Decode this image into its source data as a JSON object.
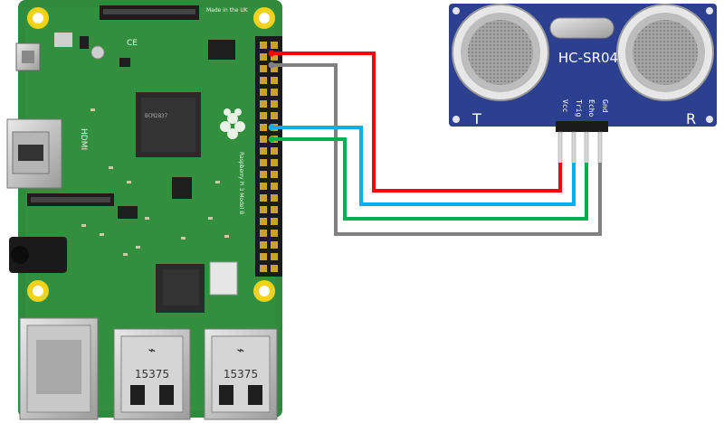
{
  "pi": {
    "copyright": "Made in the UK",
    "hdmi_label": "HDMI",
    "chip_code": "15375",
    "board_name": "Raspberry Pi 3 Model B",
    "logo": "raspberry-logo-icon"
  },
  "sensor": {
    "model": "HC-SR04",
    "left_label": "T",
    "right_label": "R",
    "pins": [
      "Vcc",
      "Trig",
      "Echo",
      "Gnd"
    ]
  },
  "wires": [
    {
      "name": "vcc-wire",
      "color": "#ff0000"
    },
    {
      "name": "trig-wire",
      "color": "#00b0f0"
    },
    {
      "name": "echo-wire",
      "color": "#00b050"
    },
    {
      "name": "gnd-wire",
      "color": "#808080"
    }
  ],
  "colors": {
    "pcb": "#2e8b3e",
    "pcb_dark": "#1f6e2d",
    "sensor_board": "#2b3f8f",
    "gold": "#e6c200"
  }
}
